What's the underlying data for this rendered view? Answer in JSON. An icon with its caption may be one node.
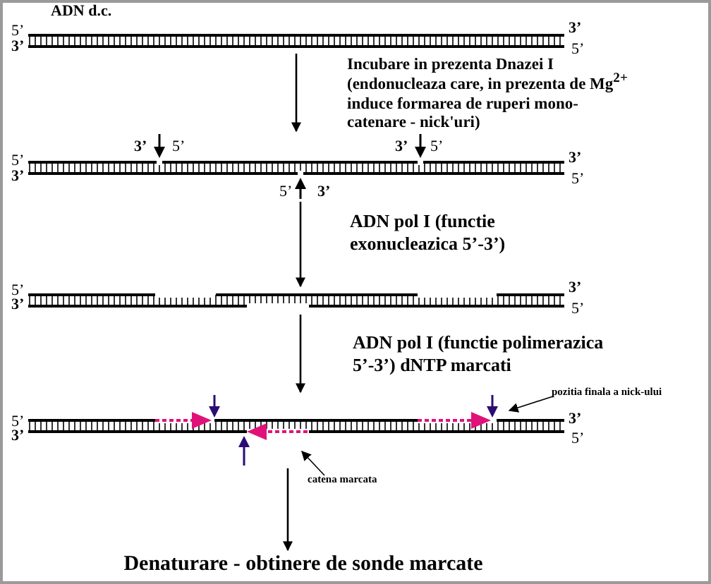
{
  "diagram": {
    "nodes": [
      {
        "text": [],
        "shape": "bar",
        "beside": [
          "ADN d.c."
        ]
      },
      {
        "text": [],
        "shape": "bar"
      },
      {
        "text": [],
        "shape": "bar"
      },
      {
        "text": [],
        "shape": "bar"
      },
      {
        "text": [
          "Denaturare - obtinere de sonde marcate"
        ]
      },
      {
        "text": [
          "pozitia finala a nick-ului"
        ]
      },
      {
        "text": [
          "catena marcata"
        ]
      }
    ],
    "edges": [
      {
        "from": 0,
        "to": 1,
        "arrow": "to",
        "label": "Incubare in prezenta Dnazei I (endonucleaza care, in prezenta de Mg$^{2+}$ induce formarea de ruperi mono-catenare - nick'uri)"
      },
      {
        "from": 1,
        "to": 2,
        "arrow": "to",
        "label": "ADN pol I (functie exonucleazica 5’-3’)"
      },
      {
        "from": 2,
        "to": 3,
        "arrow": "to",
        "label": "ADN pol I (functie polimerazica 5’-3’) dNTP marcati"
      },
      {
        "from": 3,
        "to": 4,
        "arrow": "to"
      },
      {
        "from": 5,
        "to": 3,
        "arrow": "to"
      },
      {
        "from": 6,
        "to": 3,
        "arrow": "to"
      }
    ],
    "labels": [
      "5’",
      "3’",
      "3’",
      "5’",
      "3’",
      "5’",
      "3’",
      "5’",
      "5’",
      "3’",
      "3’",
      "5’",
      "5’",
      "3’",
      "5’",
      "3’",
      "3’",
      "5’",
      "5’",
      "3’",
      "3’",
      "5’"
    ]
  }
}
